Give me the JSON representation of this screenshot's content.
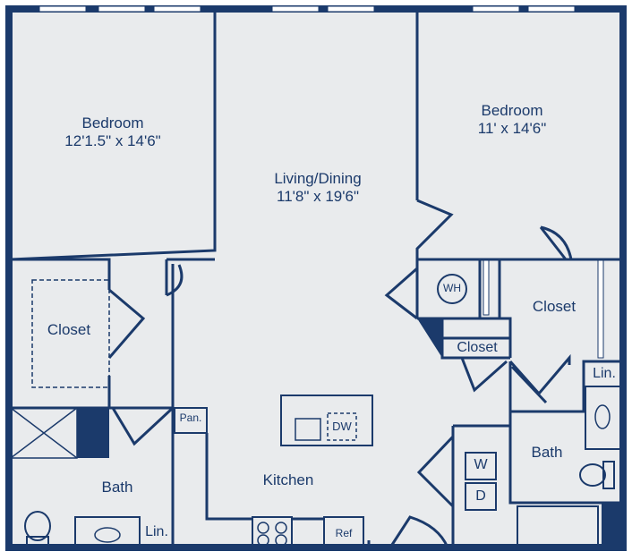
{
  "colors": {
    "wall": "#1b3a6b",
    "floor": "#e9ebed",
    "window": "#ffffff"
  },
  "rooms": {
    "bedroom_left": {
      "name": "Bedroom",
      "size": "12'1.5\" x 14'6\""
    },
    "bedroom_right": {
      "name": "Bedroom",
      "size": "11' x 14'6\""
    },
    "living": {
      "name": "Living/Dining",
      "size": "11'8\" x 19'6\""
    },
    "closet_left": "Closet",
    "closet_right": "Closet",
    "closet_small": "Closet",
    "bath_left": "Bath",
    "bath_right": "Bath",
    "kitchen": "Kitchen"
  },
  "fixtures": {
    "water_heater": "WH",
    "dishwasher": "DW",
    "washer": "W",
    "dryer": "D",
    "refrigerator": "Ref",
    "pantry": "Pan.",
    "linen_left": "Lin.",
    "linen_right": "Lin."
  }
}
